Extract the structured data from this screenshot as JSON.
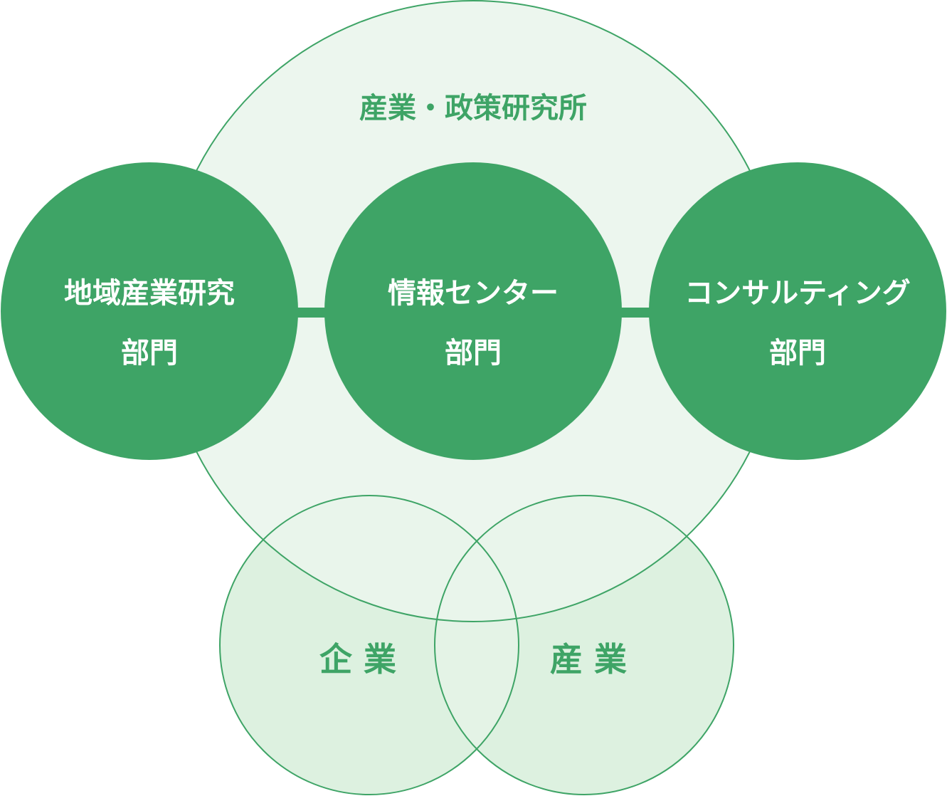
{
  "institute": {
    "title": "産業・政策研究所"
  },
  "departments": [
    {
      "line1": "地域産業研究",
      "line2": "部門"
    },
    {
      "line1": "情報センター",
      "line2": "部門"
    },
    {
      "line1": "コンサルティング",
      "line2": "部門"
    }
  ],
  "partners": [
    {
      "label": "企 業"
    },
    {
      "label": "産 業"
    }
  ],
  "colors": {
    "primary": "#3ea466",
    "outline": "#3ea466",
    "institute_fill": "#ecf6ee",
    "partner_fill": "#ddf1e0",
    "overlap_fill": "#e4f3e6"
  }
}
